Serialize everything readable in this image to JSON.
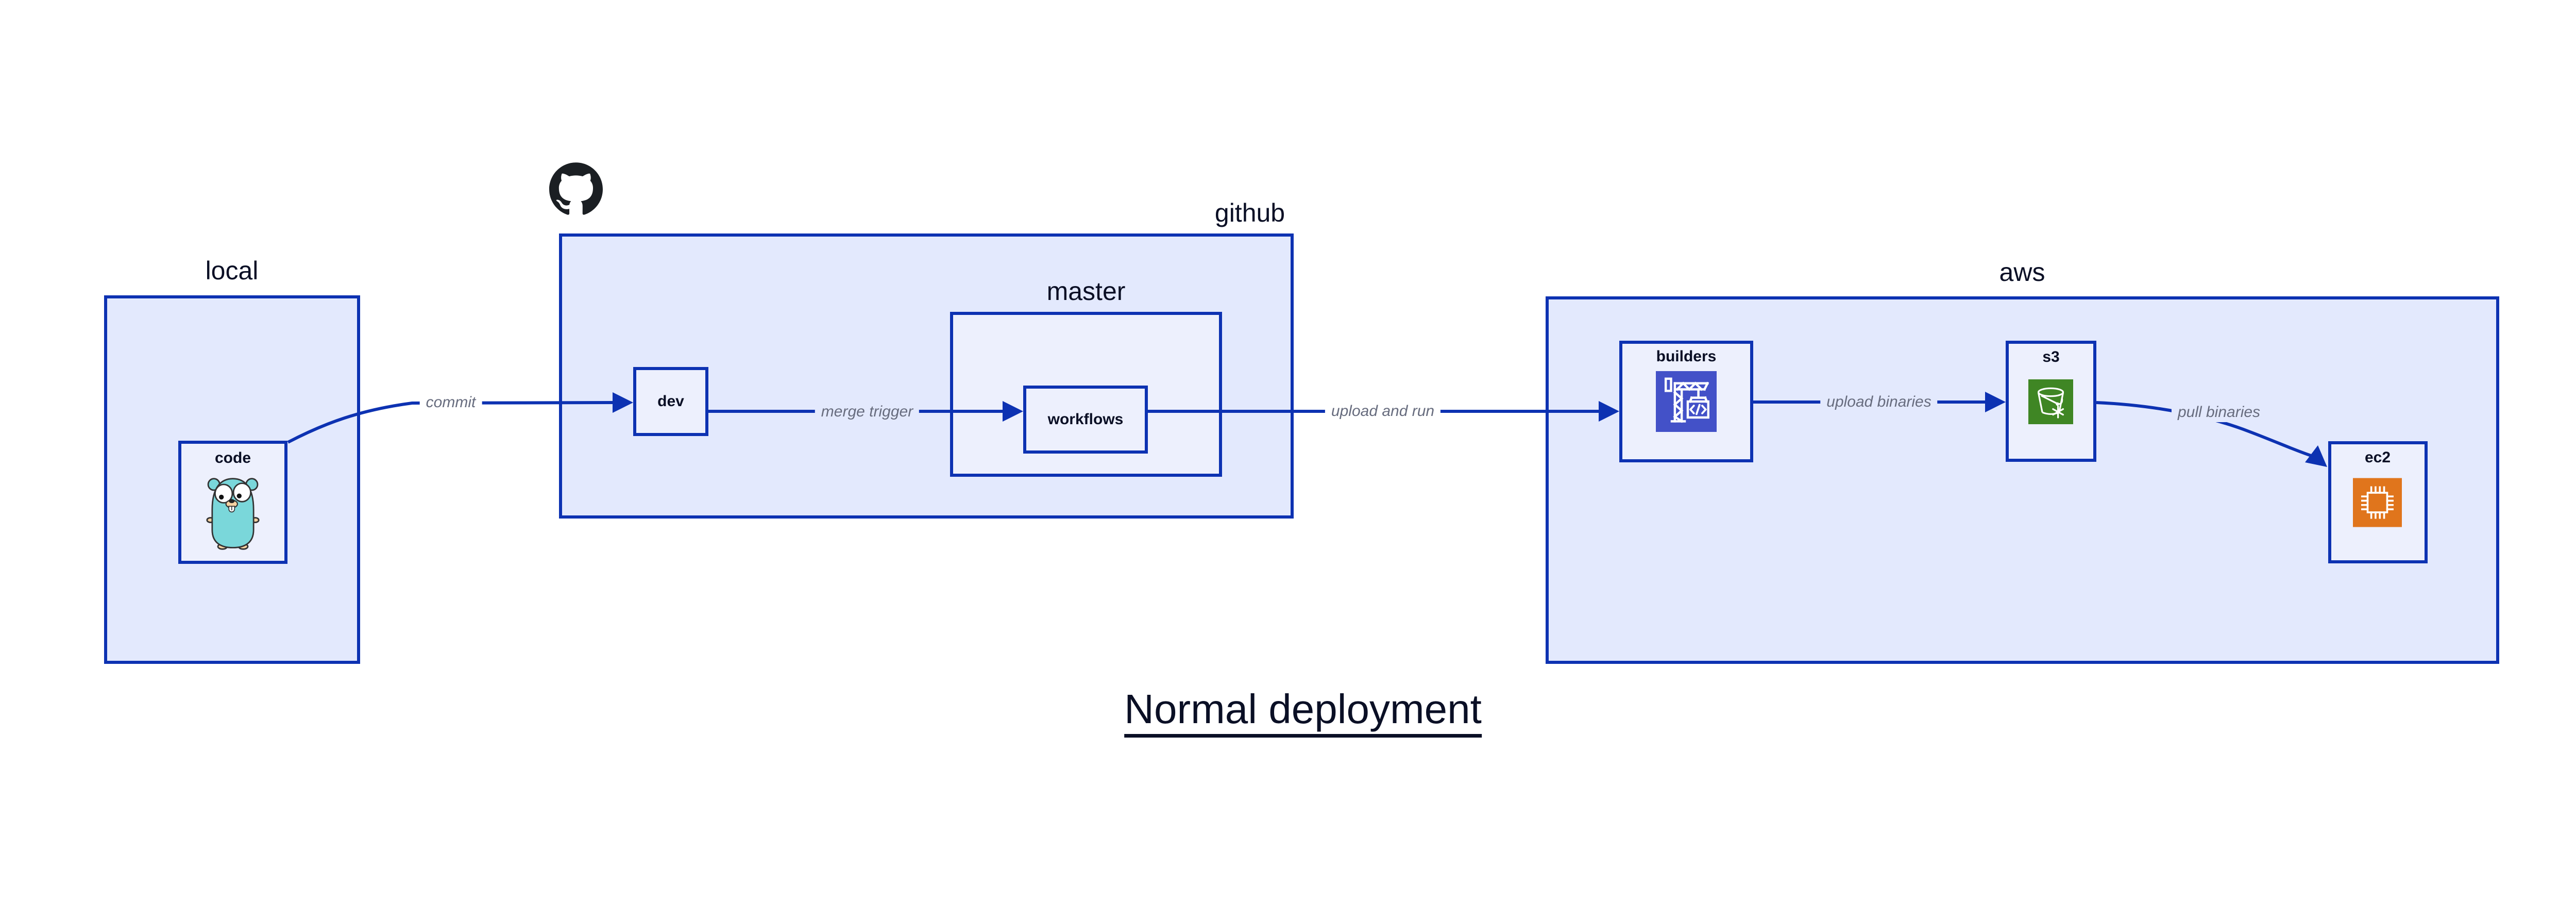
{
  "title": {
    "text": "Normal deployment"
  },
  "containers": {
    "local": {
      "label": "local"
    },
    "github": {
      "label": "github"
    },
    "master": {
      "label": "master"
    },
    "aws": {
      "label": "aws"
    }
  },
  "nodes": {
    "code": {
      "label": "code",
      "icon": "go-gopher-icon"
    },
    "dev": {
      "label": "dev"
    },
    "workflows": {
      "label": "workflows"
    },
    "builders": {
      "label": "builders",
      "icon": "aws-codebuild-icon"
    },
    "s3": {
      "label": "s3",
      "icon": "aws-s3-glacier-icon"
    },
    "ec2": {
      "label": "ec2",
      "icon": "aws-ec2-icon"
    }
  },
  "edges": [
    {
      "from": "code",
      "to": "dev",
      "label": "commit"
    },
    {
      "from": "dev",
      "to": "workflows",
      "label": "merge trigger"
    },
    {
      "from": "workflows",
      "to": "builders",
      "label": "upload and run"
    },
    {
      "from": "builders",
      "to": "s3",
      "label": "upload binaries"
    },
    {
      "from": "s3",
      "to": "ec2",
      "label": "pull binaries"
    }
  ],
  "icons": {
    "github_logo": "github-octocat-icon"
  },
  "colors": {
    "stroke_blue": "#0D32B2",
    "container_fill": "#E3E9FD",
    "node_fill": "#EDF0FD",
    "text_dark": "#0A0F25",
    "edge_label_gray": "#676C7E",
    "codebuild_indigo": "#4351C8",
    "s3_green": "#3F8624",
    "ec2_orange": "#E0751C",
    "gopher_teal": "#7AD7DA",
    "octocat_black": "#1B1F23"
  }
}
